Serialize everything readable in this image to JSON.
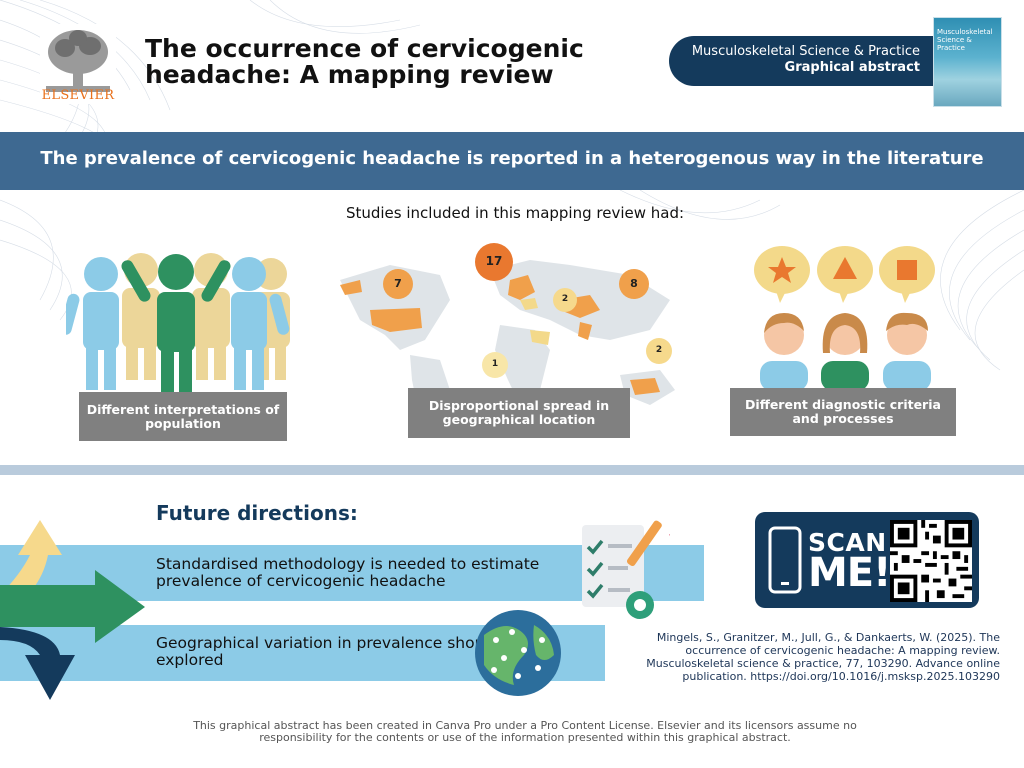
{
  "header": {
    "logo_text": "ELSEVIER",
    "title": "The occurrence of cervicogenic headache: A mapping review",
    "journal_name": "Musculoskeletal Science & Practice",
    "journal_sub": "Graphical abstract",
    "cover_title": "Musculoskeletal Science & Practice"
  },
  "banner": {
    "text": "The prevalence of cervicogenic headache is reported in a heterogenous way in the literature"
  },
  "studies": {
    "subtitle": "Studies included in this mapping review had:",
    "captions": [
      "Different interpretations of population",
      "Disproportional spread in geographical location",
      "Different diagnostic criteria and processes"
    ],
    "map_counts": {
      "europe": "17",
      "north_america": "7",
      "asia": "8",
      "middle_east": "2",
      "oceania": "2",
      "africa": "1"
    }
  },
  "future": {
    "title": "Future directions:",
    "items": [
      "Standardised methodology is needed to estimate prevalence of cervicogenic headache",
      "Geographical variation in prevalence should be explored"
    ]
  },
  "scan": {
    "line1": "SCAN",
    "line2": "ME!"
  },
  "citation": "Mingels, S., Granitzer, M., Jull, G., & Dankaerts, W. (2025). The occurrence of cervicogenic headache: A mapping review. Musculoskeletal science & practice, 77, 103290. Advance online publication. https://doi.org/10.1016/j.msksp.2025.103290",
  "footer": "This graphical abstract has been created in Canva Pro under a Pro Content License. Elsevier and its licensors assume no responsibility for the contents or use of the information presented within this graphical abstract.",
  "colors": {
    "navy": "#143a5c",
    "banner_blue": "#3e6991",
    "light_blue": "#8ccbe7",
    "orange": "#f0a04b",
    "green": "#2e9160",
    "yellow": "#f3d98a",
    "gray_caption": "#808080"
  },
  "icons": [
    "elsevier-tree-icon",
    "people-group-icon",
    "world-map-icon",
    "diagnostic-people-icon",
    "arrows-icon",
    "checklist-icon",
    "globe-people-icon",
    "phone-icon",
    "qr-code-icon"
  ]
}
